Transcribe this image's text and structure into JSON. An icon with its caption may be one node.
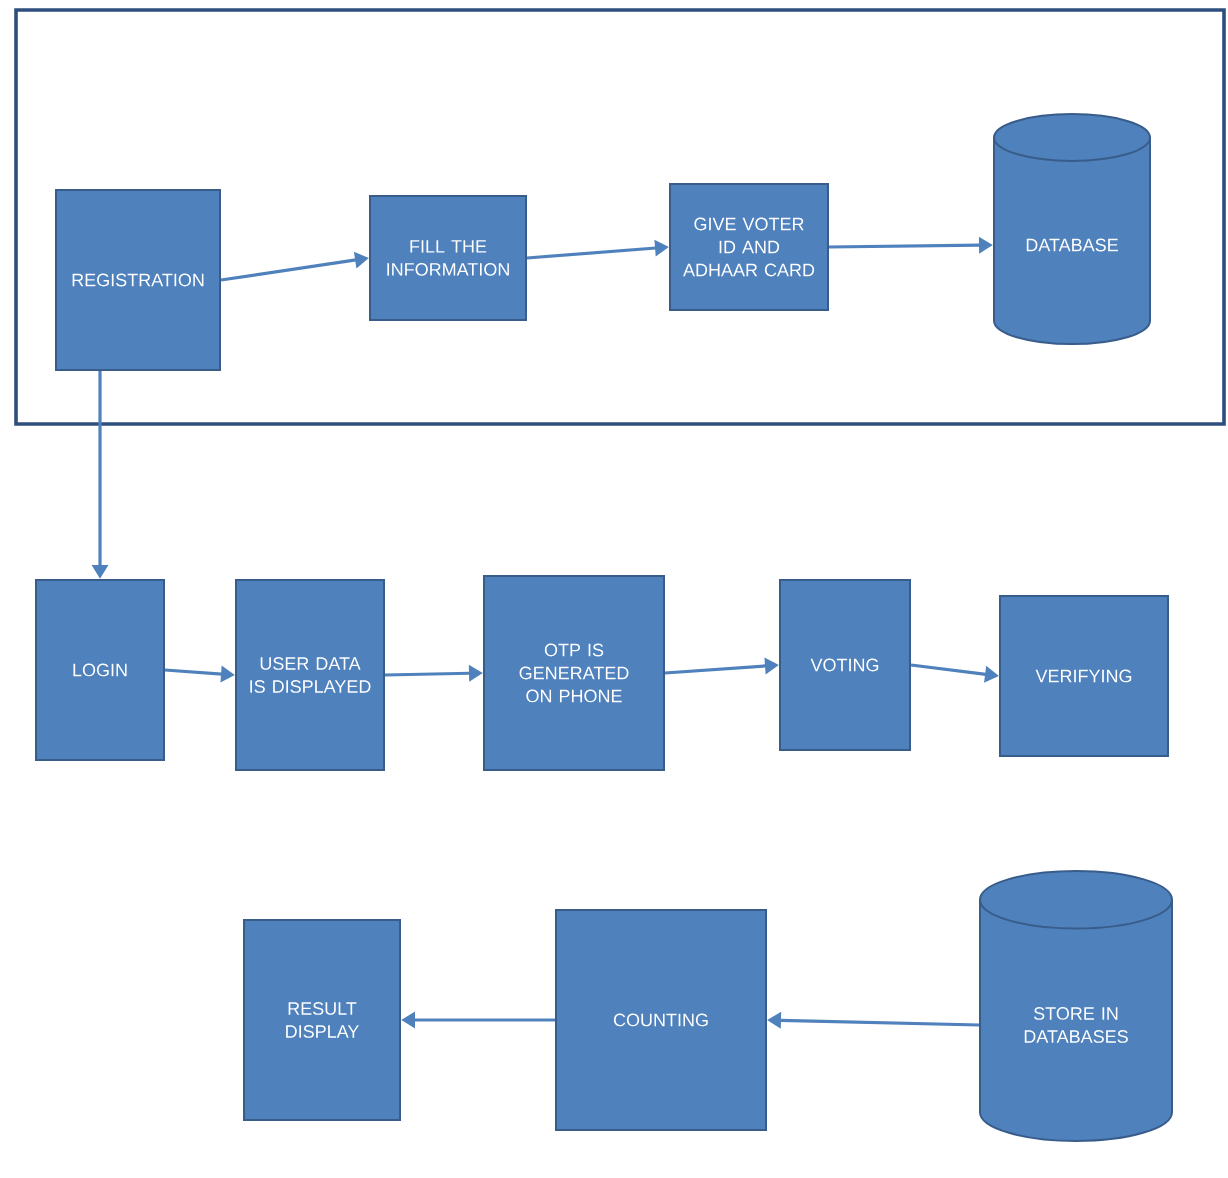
{
  "diagram": {
    "nodes": [
      {
        "text": [],
        "shape": "box"
      },
      {
        "text": [
          "REGISTRATION"
        ],
        "in": 0
      },
      {
        "text": [
          "FILL THE INFORMATION"
        ],
        "in": 0
      },
      {
        "text": [
          "GIVE VOTER ID AND ADHAAR CARD"
        ],
        "in": 0
      },
      {
        "text": [
          "DATABASE"
        ],
        "in": 0
      },
      {
        "text": [
          "LOGIN"
        ]
      },
      {
        "text": [
          "USER DATA IS DISPLAYED"
        ]
      },
      {
        "text": [
          "OTP IS GENERATED ON PHONE"
        ]
      },
      {
        "text": [
          "VOTING"
        ]
      },
      {
        "text": [
          "VERIFYING"
        ]
      },
      {
        "text": [
          "RESULT DISPLAY"
        ]
      },
      {
        "text": [
          "COUNTING"
        ]
      },
      {
        "text": [
          "STORE IN DATABASES"
        ]
      }
    ],
    "edges": [
      {
        "from": 1,
        "to": 2,
        "arrow": "to"
      },
      {
        "from": 2,
        "to": 3,
        "arrow": "to"
      },
      {
        "from": 3,
        "to": 4,
        "arrow": "to"
      },
      {
        "from": 1,
        "to": 5,
        "arrow": "to"
      },
      {
        "from": 5,
        "to": 6,
        "arrow": "to"
      },
      {
        "from": 6,
        "to": 7,
        "arrow": "to"
      },
      {
        "from": 7,
        "to": 8,
        "arrow": "to"
      },
      {
        "from": 8,
        "to": 9,
        "arrow": "to"
      },
      {
        "from": 12,
        "to": 11,
        "arrow": "to"
      },
      {
        "from": 11,
        "to": 10,
        "arrow": "to"
      }
    ]
  }
}
